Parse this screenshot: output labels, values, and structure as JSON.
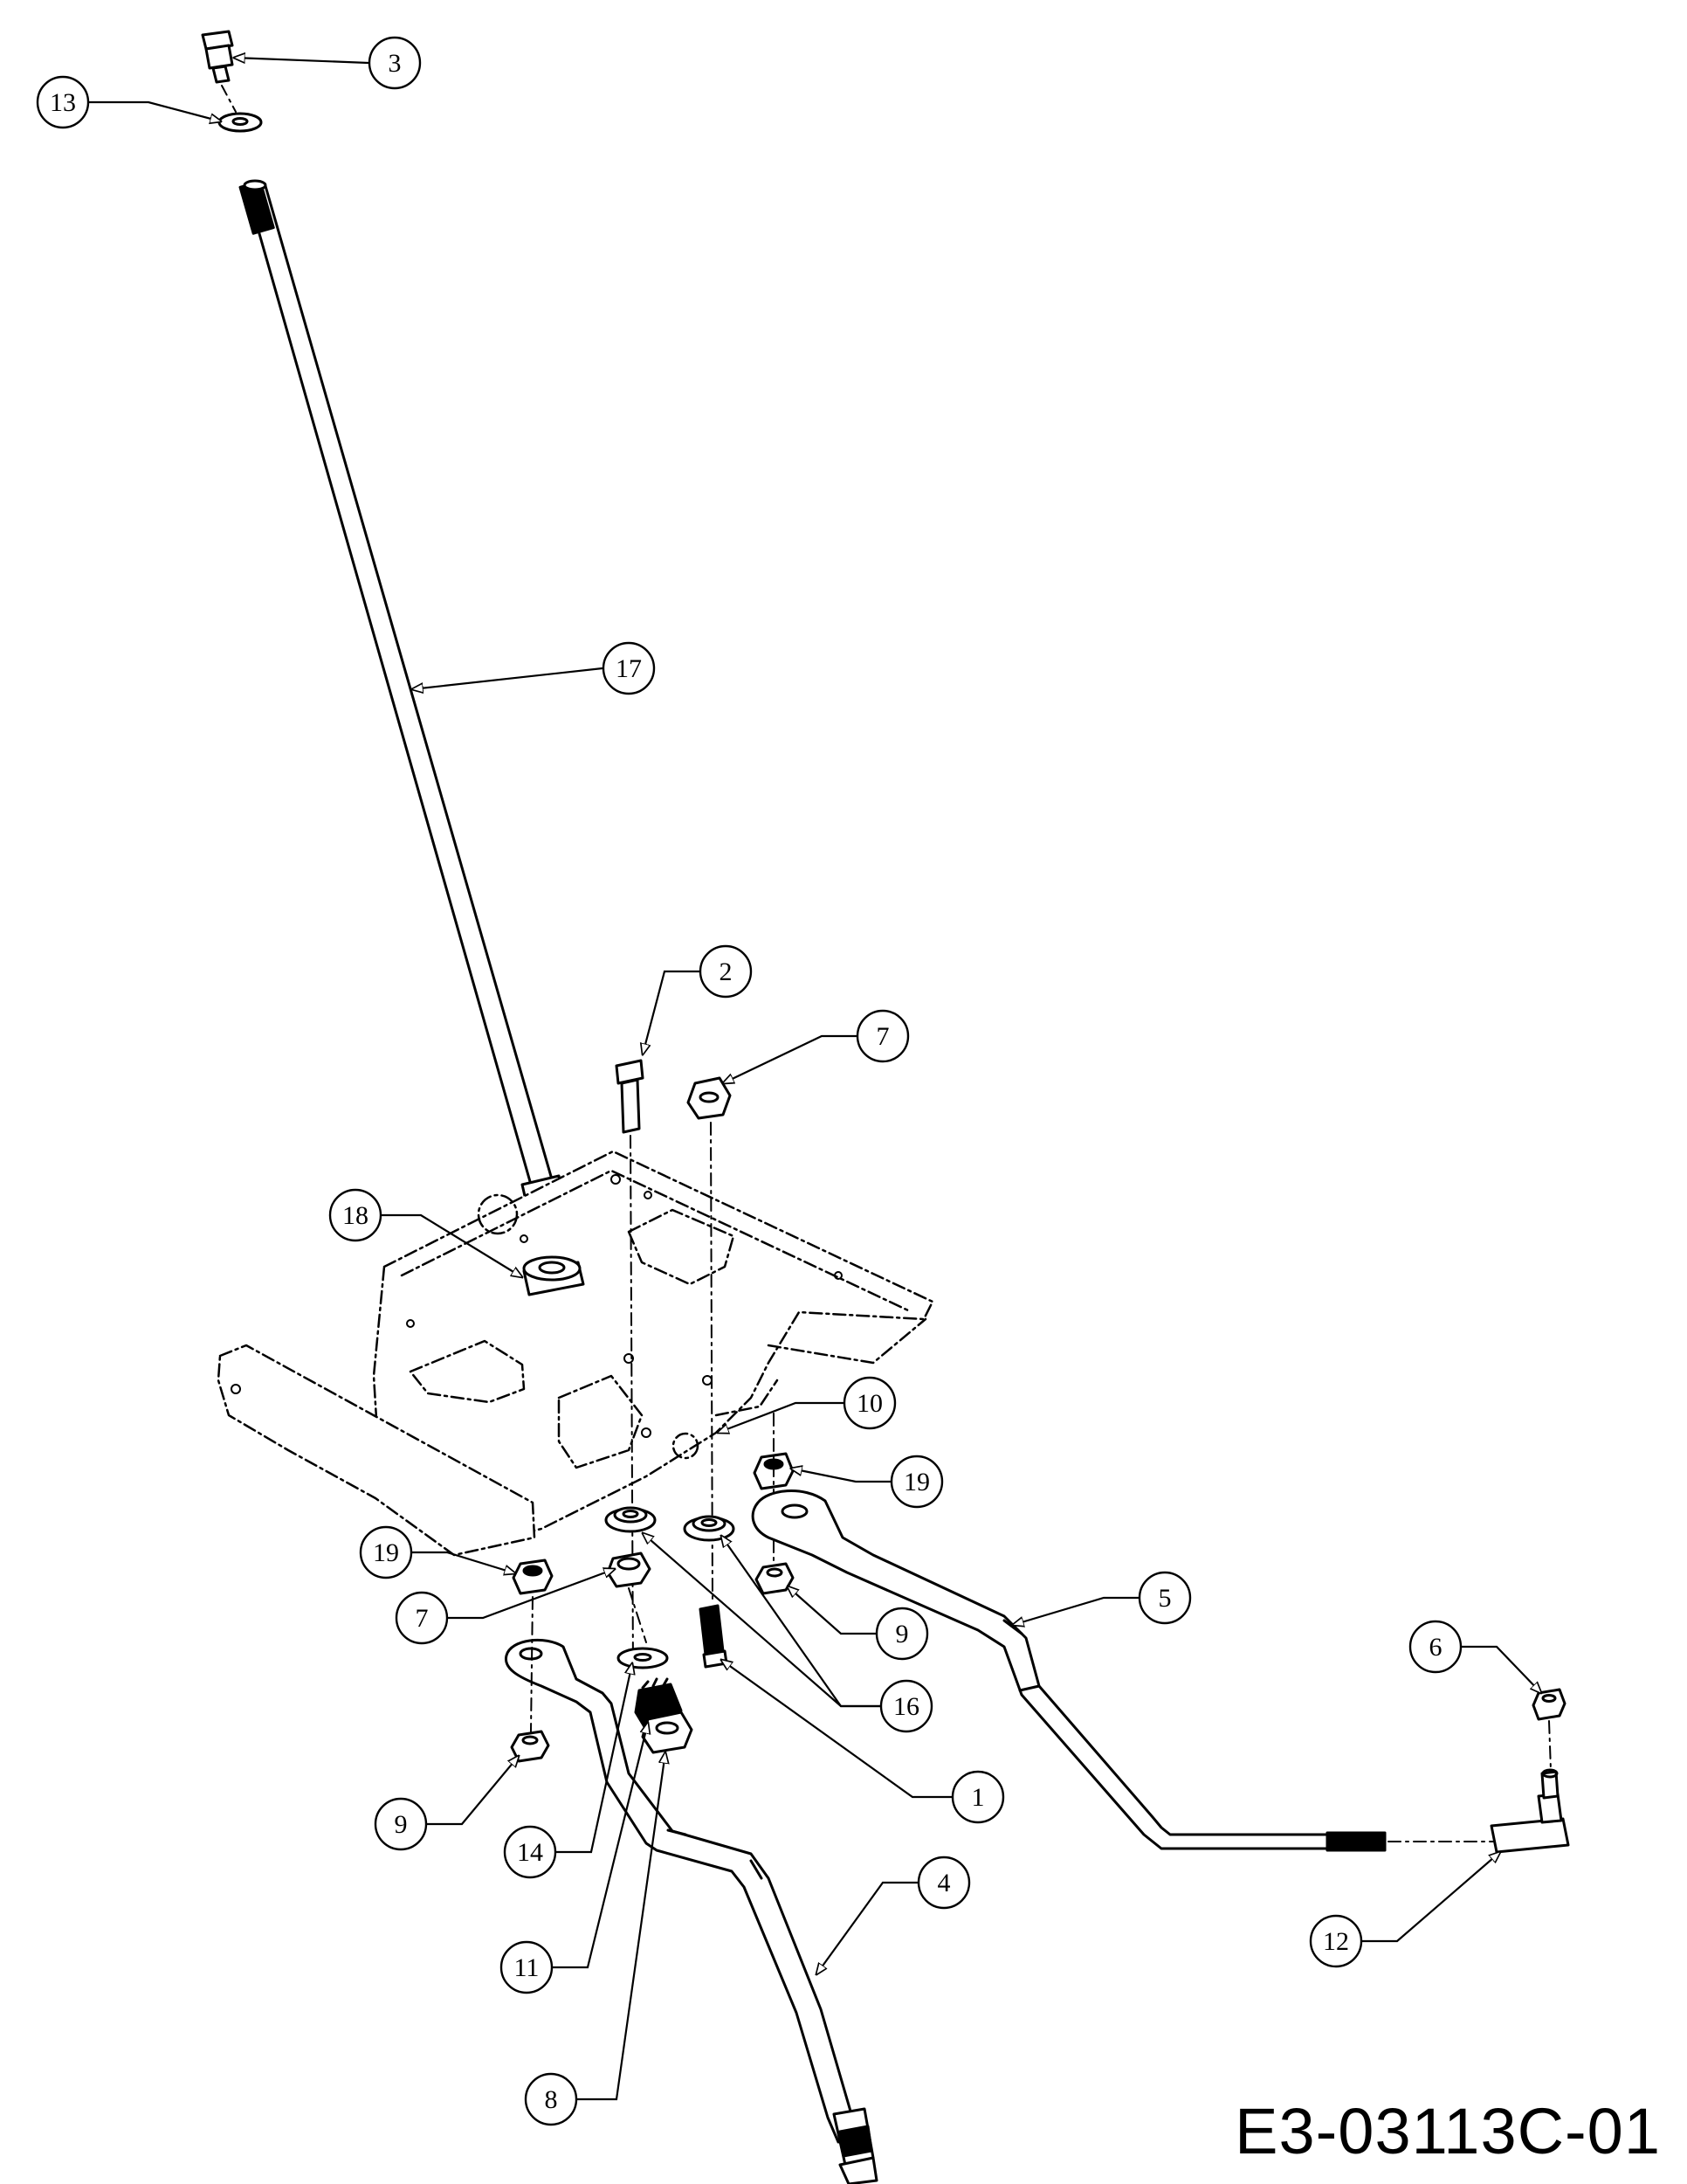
{
  "document": {
    "code": "E3-03113C-01"
  },
  "callouts": [
    {
      "id": "c1",
      "label": "1"
    },
    {
      "id": "c2",
      "label": "2"
    },
    {
      "id": "c3",
      "label": "3"
    },
    {
      "id": "c4",
      "label": "4"
    },
    {
      "id": "c5",
      "label": "5"
    },
    {
      "id": "c6",
      "label": "6"
    },
    {
      "id": "c7a",
      "label": "7"
    },
    {
      "id": "c7b",
      "label": "7"
    },
    {
      "id": "c8",
      "label": "8"
    },
    {
      "id": "c9a",
      "label": "9"
    },
    {
      "id": "c9b",
      "label": "9"
    },
    {
      "id": "c10",
      "label": "10"
    },
    {
      "id": "c11",
      "label": "11"
    },
    {
      "id": "c12",
      "label": "12"
    },
    {
      "id": "c13",
      "label": "13"
    },
    {
      "id": "c14",
      "label": "14"
    },
    {
      "id": "c16",
      "label": "16"
    },
    {
      "id": "c17",
      "label": "17"
    },
    {
      "id": "c18",
      "label": "18"
    },
    {
      "id": "c19a",
      "label": "19"
    },
    {
      "id": "c19b",
      "label": "19"
    }
  ]
}
